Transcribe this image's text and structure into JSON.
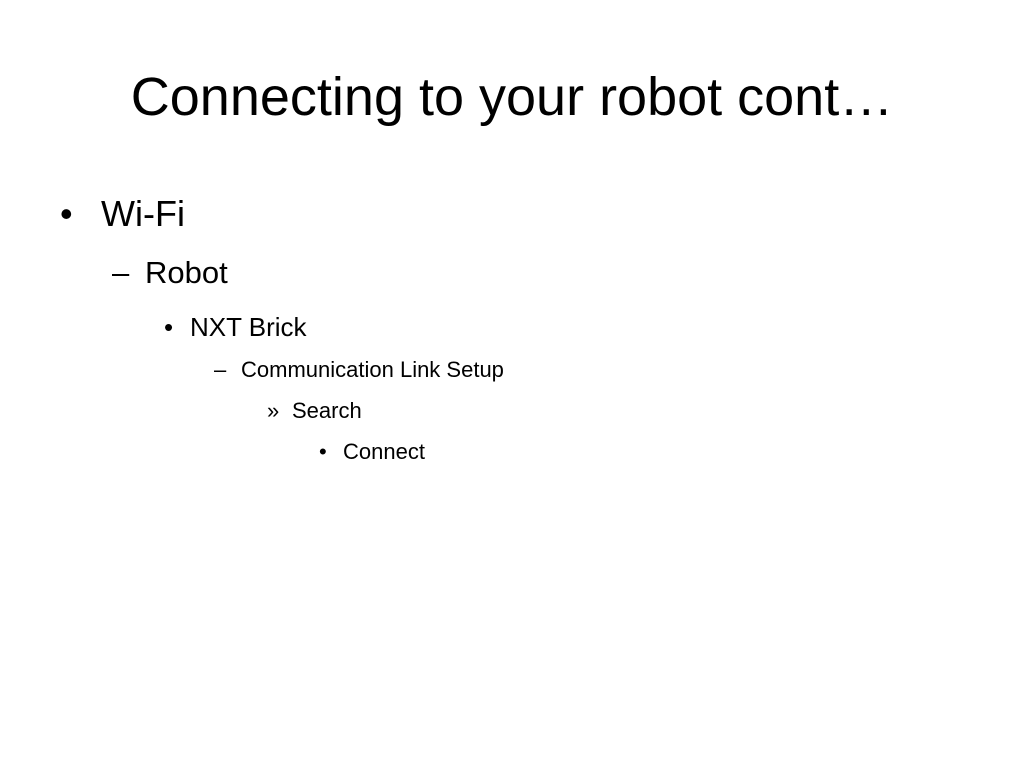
{
  "slide": {
    "title": "Connecting to your robot cont…",
    "items": [
      {
        "bullet": "•",
        "text": "Wi-Fi"
      },
      {
        "bullet": "–",
        "text": "Robot"
      },
      {
        "bullet": "•",
        "text": "NXT Brick"
      },
      {
        "bullet": "–",
        "text": "Communication Link Setup"
      },
      {
        "bullet": "»",
        "text": "Search"
      },
      {
        "bullet": "•",
        "text": "Connect"
      }
    ]
  }
}
